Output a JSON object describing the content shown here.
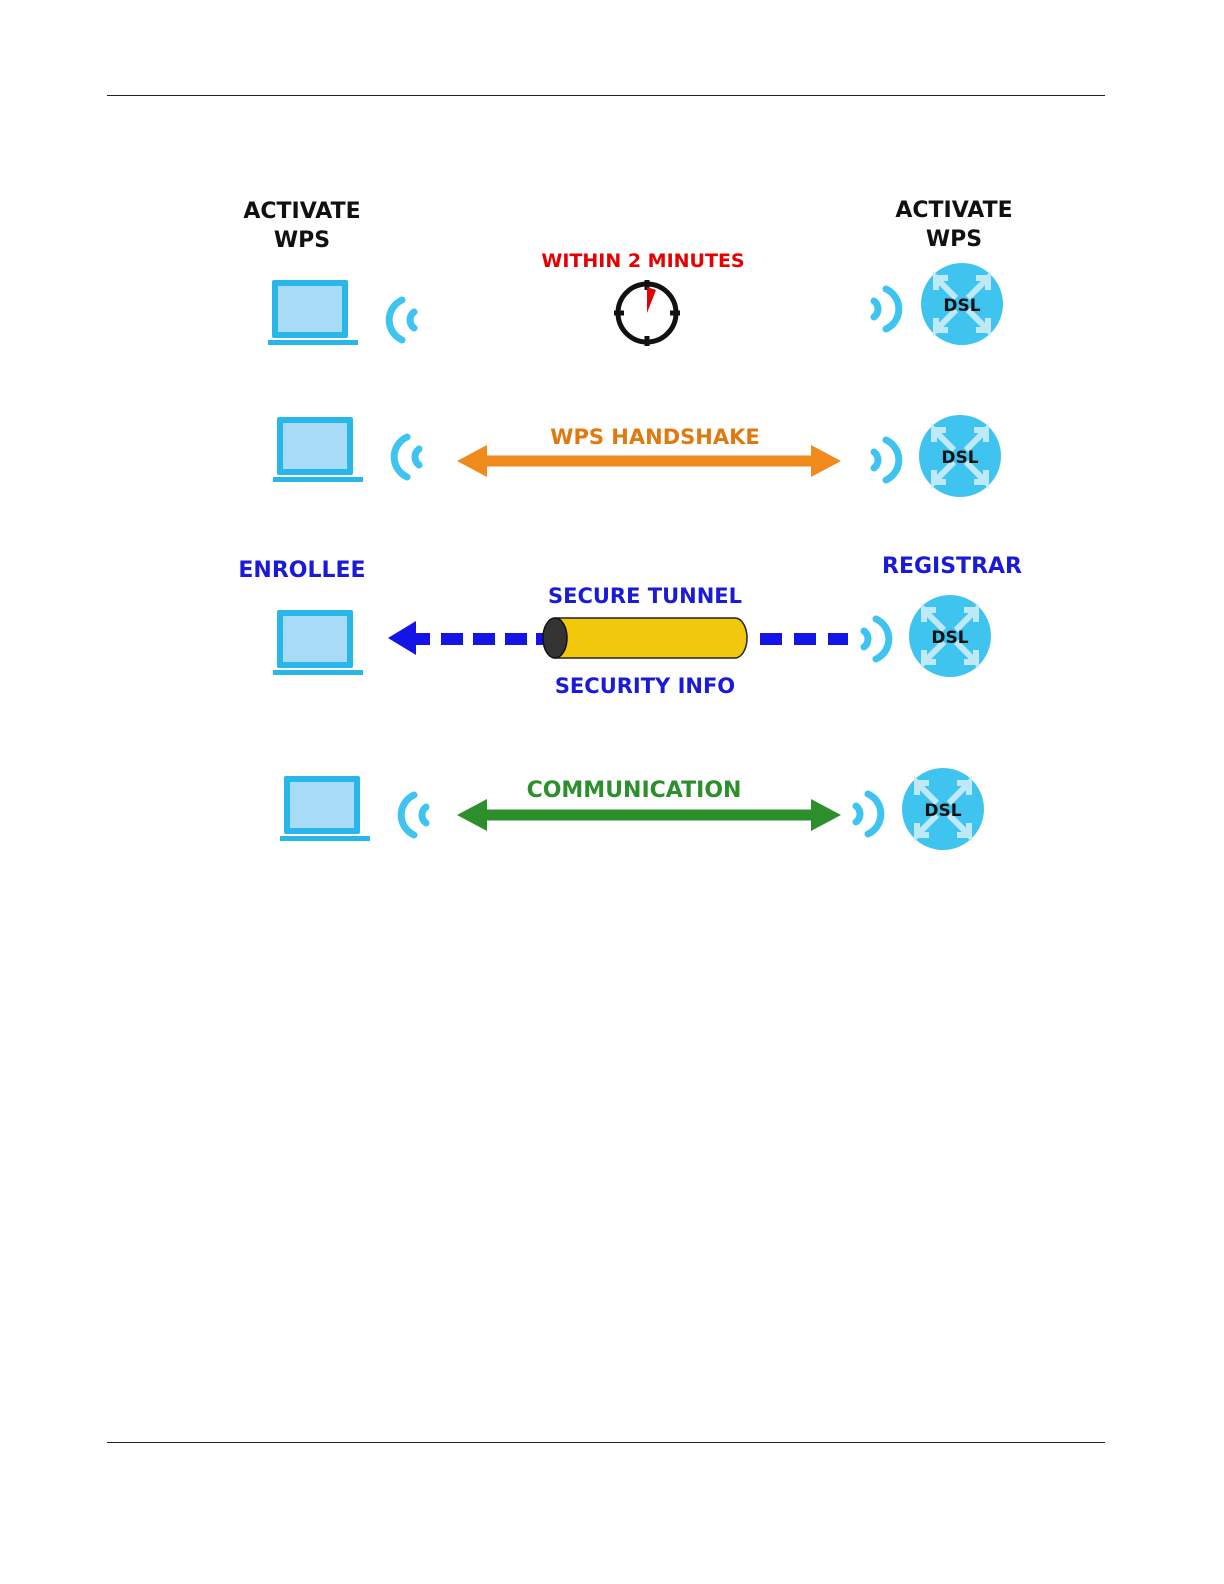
{
  "labels": {
    "enrollee_activate_line1": "ACTIVATE",
    "enrollee_activate_line2": "WPS",
    "registrar_activate_line1": "ACTIVATE",
    "registrar_activate_line2": "WPS",
    "within": "WITHIN 2 MINUTES",
    "handshake": "WPS HANDSHAKE",
    "enrollee": "ENROLLEE",
    "registrar": "REGISTRAR",
    "secure_tunnel": "SECURE TUNNEL",
    "security_info": "SECURITY INFO",
    "communication": "COMMUNICATION",
    "router_text": "DSL"
  },
  "colors": {
    "laptop": "#29b6e8",
    "laptop_screen": "#a8dcf6",
    "router": "#3ec4ee",
    "signal": "#3ec4ee",
    "within": "#e60000",
    "handshake": "#f08a1c",
    "handshake_text": "#e07a10",
    "tunnel_text": "#1a1ad8",
    "tunnel_arrow": "#1414e6",
    "tunnel_body": "#f2c80c",
    "communication": "#2c8f2c",
    "black": "#111111"
  },
  "icons": {
    "laptop": "laptop-icon",
    "router": "dsl-router-icon",
    "signal": "wifi-signal-icon",
    "timer": "stopwatch-icon"
  }
}
